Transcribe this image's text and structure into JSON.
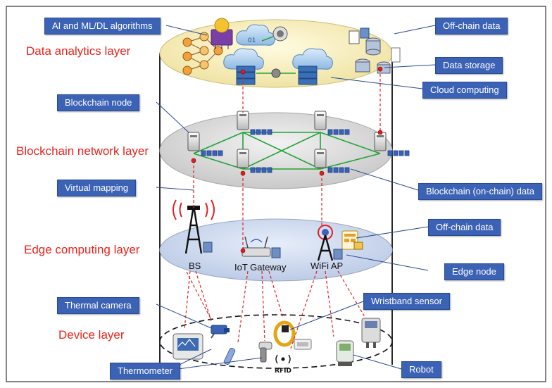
{
  "layers": {
    "data_analytics": "Data analytics layer",
    "blockchain_network": "Blockchain network layer",
    "edge_computing": "Edge computing layer",
    "device": "Device layer"
  },
  "callouts": {
    "ai_ml": "AI and ML/DL algorithms",
    "offchain_top": "Off-chain data",
    "data_storage": "Data storage",
    "cloud_computing": "Cloud computing",
    "blockchain_node": "Blockchain node",
    "virtual_mapping": "Virtual mapping",
    "onchain_data": "Blockchain (on-chain) data",
    "offchain_edge": "Off-chain data",
    "edge_node": "Edge node",
    "thermal_camera": "Thermal camera",
    "wristband": "Wristband sensor",
    "thermometer": "Thermometer",
    "robot": "Robot"
  },
  "edge_labels": {
    "bs": "BS",
    "iot_gateway": "IoT Gateway",
    "wifi_ap": "WiFi AP"
  },
  "rfid_text": "RFID",
  "colors": {
    "callout_fill": "#3b62b5",
    "layer_title": "#e8231b",
    "connector": "#e02020",
    "mesh_link": "#21a336"
  }
}
